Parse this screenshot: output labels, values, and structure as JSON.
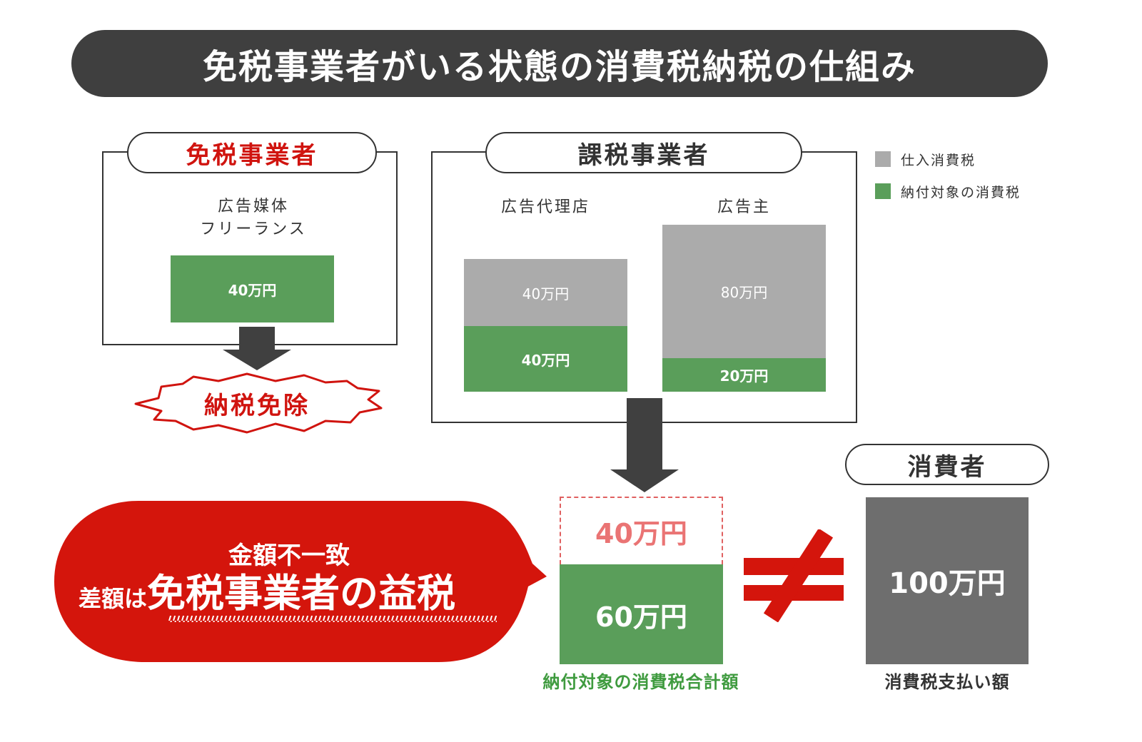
{
  "title": "免税事業者がいる状態の消費税納税の仕組み",
  "exempt": {
    "label": "免税事業者",
    "desc_line1": "広告媒体",
    "desc_line2": "フリーランス",
    "amount": "40万円",
    "result": "納税免除"
  },
  "taxable": {
    "label": "課税事業者",
    "agency": {
      "name": "広告代理店",
      "purchase_tax": "40万円",
      "payable_tax": "40万円"
    },
    "advertiser": {
      "name": "広告主",
      "purchase_tax": "80万円",
      "payable_tax": "20万円"
    }
  },
  "legend": [
    {
      "label": "仕入消費税",
      "color": "#ababab"
    },
    {
      "label": "納付対象の消費税",
      "color": "#5a9e5a"
    }
  ],
  "total": {
    "missing": "40万円",
    "paid": "60万円",
    "caption": "納付対象の消費税合計額"
  },
  "consumer": {
    "label": "消費者",
    "amount": "100万円",
    "caption": "消費税支払い額"
  },
  "callout": {
    "line1": "金額不一致",
    "line2_prefix": "差額は",
    "line2_main": "免税事業者の益税"
  },
  "colors": {
    "red": "#d4150c",
    "green": "#5a9e5a",
    "gray": "#ababab",
    "dark": "#3f3f3f"
  }
}
